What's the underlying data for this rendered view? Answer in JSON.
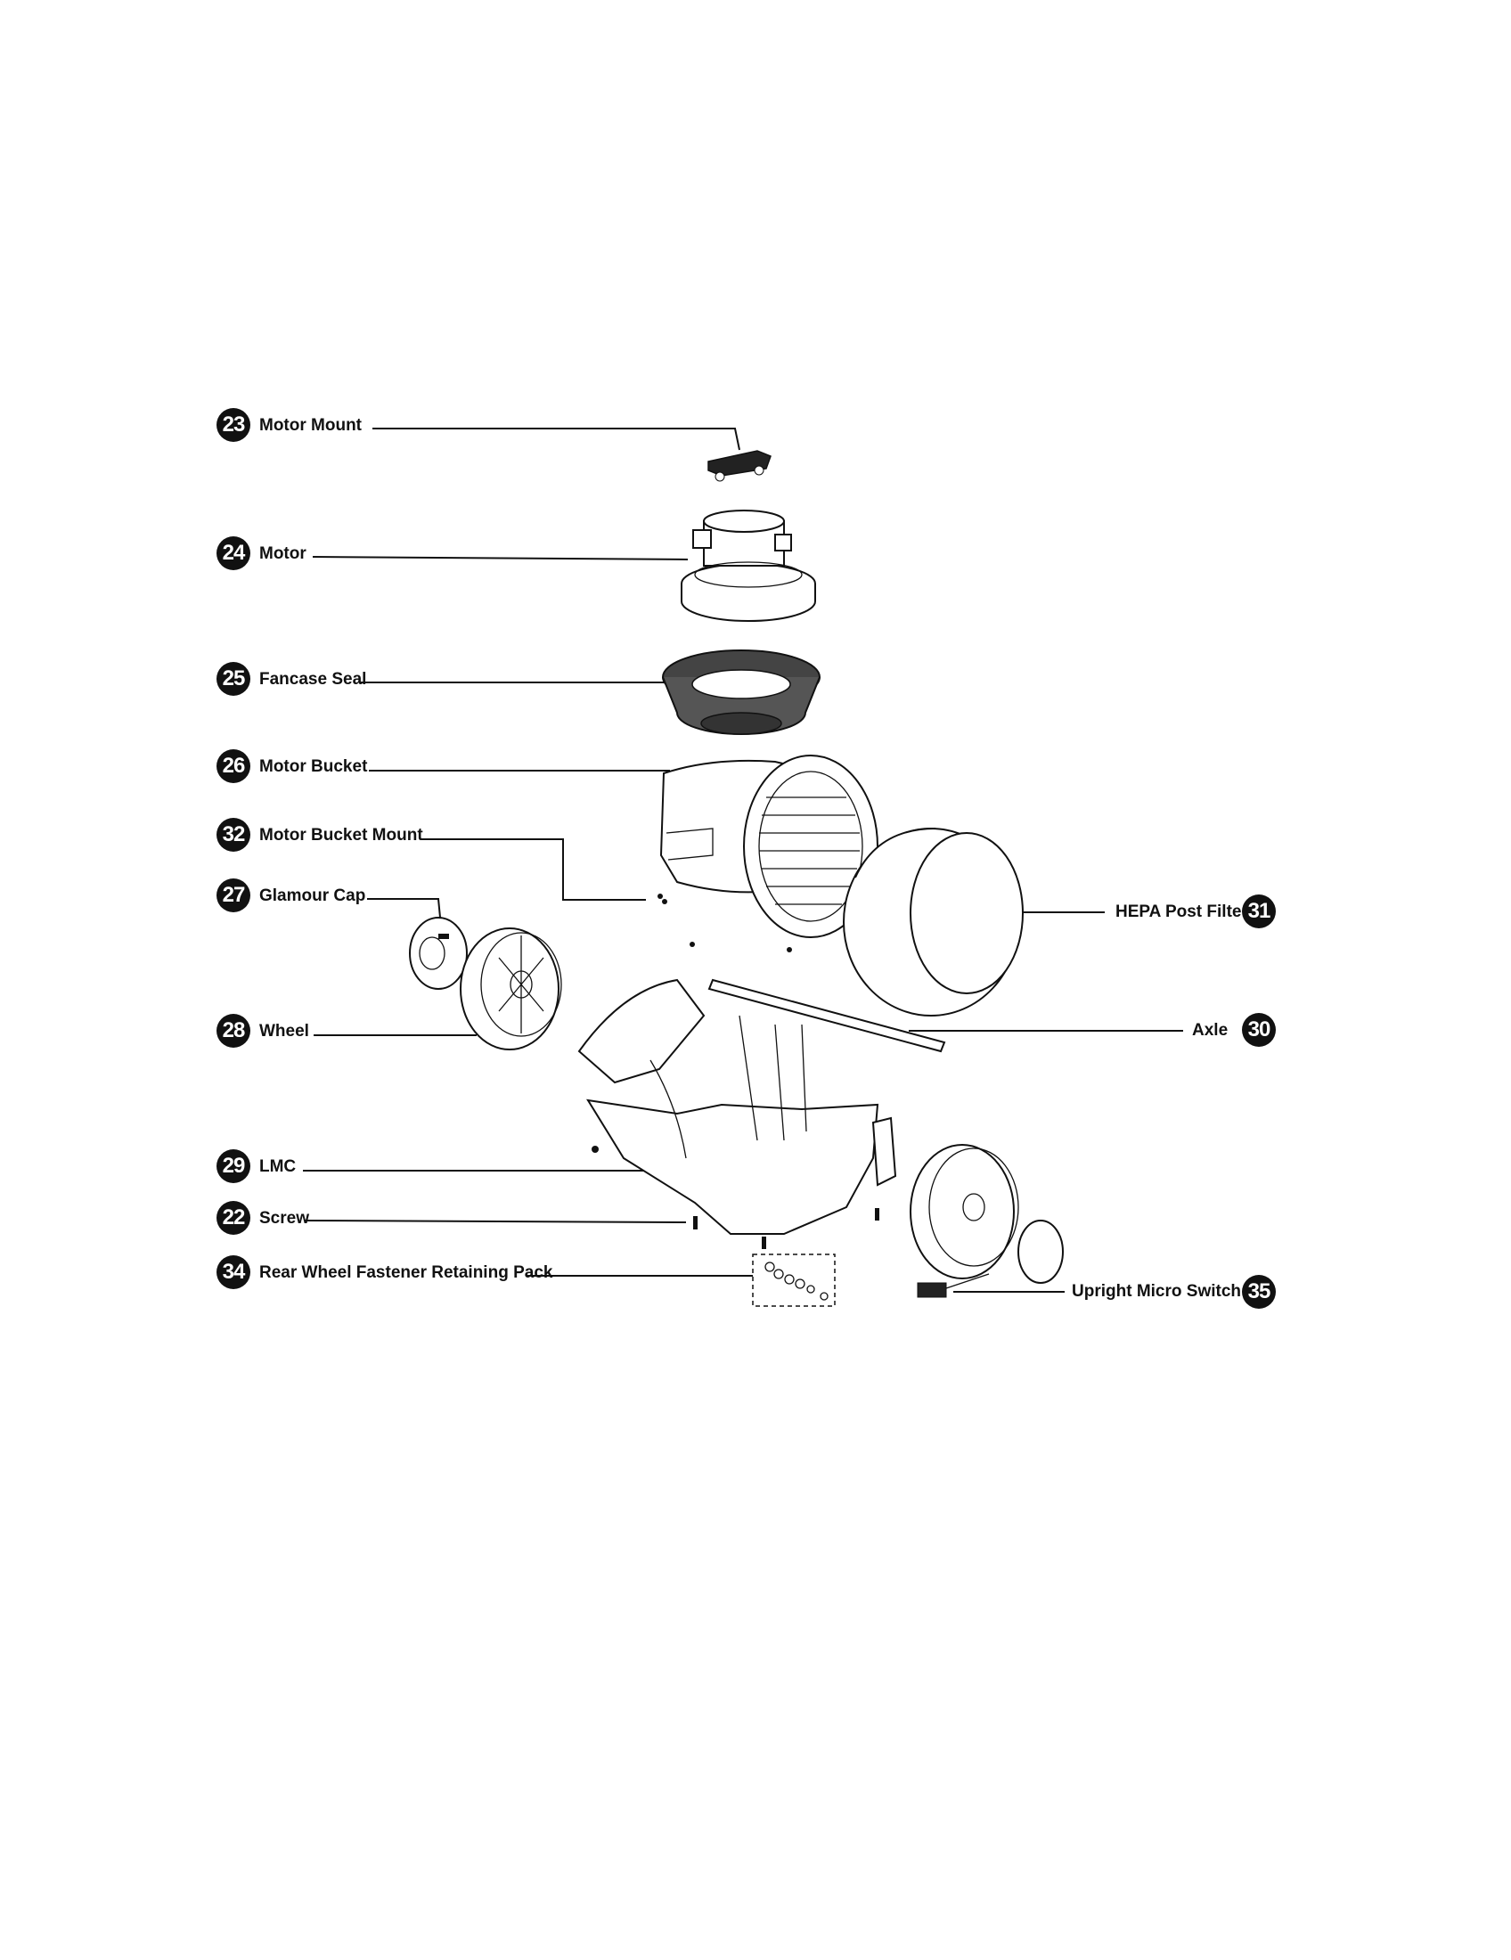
{
  "callouts": [
    {
      "num": "23",
      "label": "Motor Mount"
    },
    {
      "num": "24",
      "label": "Motor"
    },
    {
      "num": "25",
      "label": "Fancase Seal"
    },
    {
      "num": "26",
      "label": "Motor Bucket"
    },
    {
      "num": "32",
      "label": "Motor Bucket Mount"
    },
    {
      "num": "27",
      "label": "Glamour Cap"
    },
    {
      "num": "28",
      "label": "Wheel"
    },
    {
      "num": "29",
      "label": "LMC"
    },
    {
      "num": "22",
      "label": "Screw"
    },
    {
      "num": "34",
      "label": "Rear Wheel Fastener Retaining Pack"
    },
    {
      "num": "31",
      "label": "HEPA Post Filter"
    },
    {
      "num": "30",
      "label": "Axle"
    },
    {
      "num": "35",
      "label": "Upright Micro Switch"
    }
  ]
}
